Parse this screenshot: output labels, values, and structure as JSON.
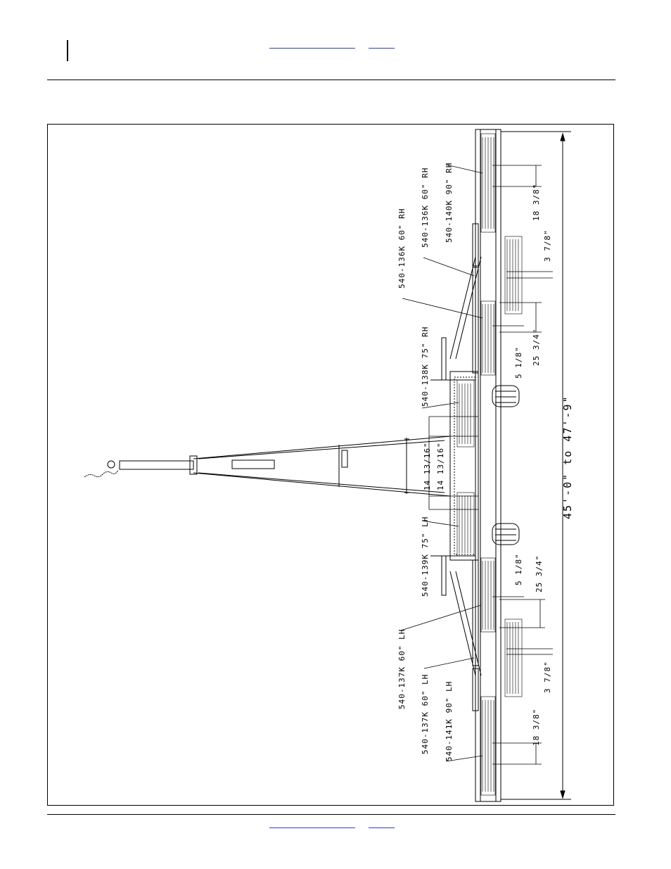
{
  "header": {
    "links": [
      {
        "text": ""
      },
      {
        "text": ""
      }
    ]
  },
  "footer": {
    "links": [
      {
        "text": ""
      },
      {
        "text": ""
      }
    ]
  },
  "diagram": {
    "labels": {
      "rh_90_top": "540-140K 90\" RH",
      "rh_60_outer": "540-136K 60\" RH",
      "rh_60_inner": "540-136K 60\" RH",
      "rh_75": "540-138K 75\" RH",
      "lh_75": "540-139K 75\" LH",
      "lh_60_inner": "540-137K 60\" LH",
      "lh_60_outer": "540-137K 60\" LH",
      "lh_90": "540-141K 90\" LH"
    },
    "dimensions": {
      "overall": "45'-0\" to 47'-9\"",
      "d18_top": "18 3/8\"",
      "d3_top": "3 7/8\"",
      "d25_top": "25 3/4\"",
      "d5_top": "5 1/8\"",
      "d14_a": "14 13/16\"",
      "d14_b": "14 13/16\"",
      "d5_bot": "5 1/8\"",
      "d25_bot": "25 3/4\"",
      "d3_bot": "3 7/8\"",
      "d18_bot": "18 3/8\""
    }
  }
}
